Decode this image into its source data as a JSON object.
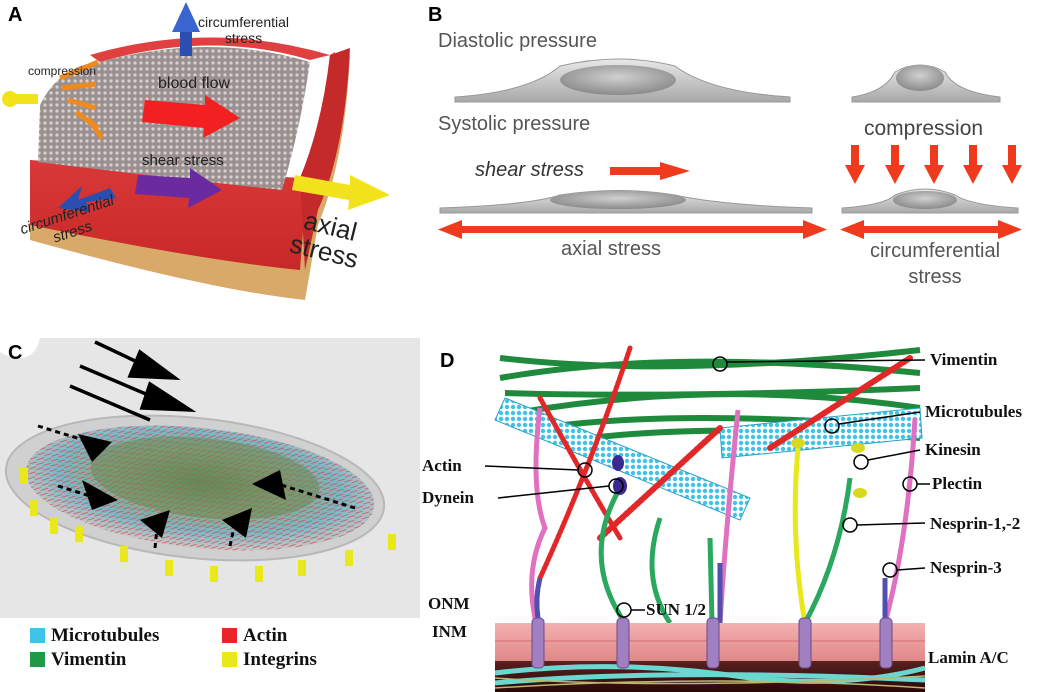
{
  "panels": {
    "a": {
      "letter": "A",
      "labels": {
        "circ_top": [
          "circumferential",
          "stress"
        ],
        "compression": "compression",
        "blood_flow": "blood flow",
        "shear": "shear stress",
        "circ_bottom": [
          "circumferential",
          "stress"
        ],
        "axial": [
          "axial",
          "stress"
        ]
      }
    },
    "b": {
      "letter": "B",
      "labels": {
        "diastolic": "Diastolic pressure",
        "systolic": "Systolic pressure",
        "shear": "shear stress",
        "compression": "compression",
        "axial": "axial stress",
        "circ": [
          "circumferential",
          "stress"
        ]
      }
    },
    "c": {
      "letter": "C",
      "legend": [
        {
          "label": "Microtubules",
          "color": "#3fc3e8"
        },
        {
          "label": "Actin",
          "color": "#e8262a"
        },
        {
          "label": "Vimentin",
          "color": "#1f9a48"
        },
        {
          "label": "Integrins",
          "color": "#e8e81c"
        }
      ]
    },
    "d": {
      "letter": "D",
      "labels": {
        "vimentin": "Vimentin",
        "microtubules": "Microtubules",
        "kinesin": "Kinesin",
        "plectin": "Plectin",
        "nesprin12": "Nesprin-1,-2",
        "nesprin3": "Nesprin-3",
        "actin": "Actin",
        "dynein": "Dynein",
        "onm": "ONM",
        "inm": "INM",
        "sun": "SUN 1/2",
        "lamin": "Lamin A/C"
      }
    }
  },
  "colors": {
    "vessel_red": "#e23a3a",
    "vessel_tan": "#d8a968",
    "arrow_blue": "#2a4fb0",
    "arrow_yellow": "#f2e21c",
    "arrow_orange": "#f08a1c",
    "arrow_purple": "#6a2aa0",
    "stress_red": "#f03a1e",
    "vimentin_green": "#1f8a3c",
    "microtubule_cyan": "#3fc3e8",
    "plectin_pink": "#e070c0",
    "nesprin_green": "#2aa860",
    "nesprin_blue": "#5050b0",
    "membrane_pink": "#f0a0a0",
    "lamin_cyan": "#6ad8d0"
  }
}
